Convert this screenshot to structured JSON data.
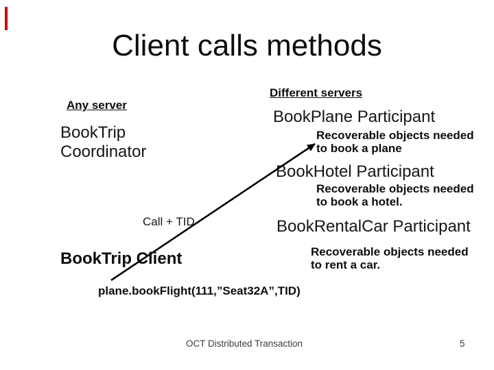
{
  "slide": {
    "title": "Client calls methods",
    "footer": "OCT Distributed Transaction",
    "page_number": "5",
    "accent_color": "#cc0000",
    "arrow_color": "#000000"
  },
  "left_column": {
    "heading": "Any server",
    "coordinator": {
      "line1": "BookTrip",
      "line2": "Coordinator"
    },
    "call_label": "Call + TID",
    "client_label": "BookTrip Client",
    "code_line": "plane.bookFlight(111,”Seat32A”,TID)"
  },
  "right_column": {
    "heading": "Different servers",
    "participants": [
      {
        "name": "BookPlane Participant",
        "note_line1": "Recoverable objects needed",
        "note_line2": "to book a plane"
      },
      {
        "name": "BookHotel Participant",
        "note_line1": "Recoverable objects needed",
        "note_line2": "to book a hotel."
      },
      {
        "name": "BookRentalCar Participant",
        "note_line1": "Recoverable objects needed",
        "note_line2": "to rent a car."
      }
    ]
  }
}
